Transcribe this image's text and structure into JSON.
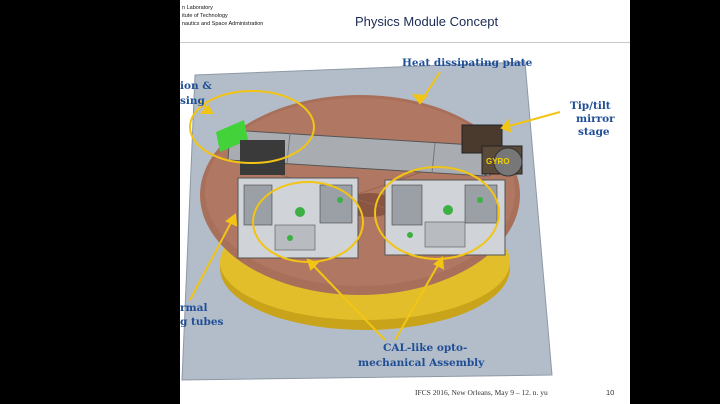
{
  "org": {
    "line1": "n Laboratory",
    "line2": "itute of Technology",
    "line3": "nautics and Space Administration"
  },
  "slide": {
    "title": "Physics Module Concept"
  },
  "annotations": {
    "heat_plate": "Heat dissipating plate",
    "tip_tilt_1": "Tip/tilt",
    "tip_tilt_2": "mirror",
    "tip_tilt_3": "stage",
    "top_left_1": "ion &",
    "top_left_2": "sing",
    "thermal_1": "rmal",
    "thermal_2": "g tubes",
    "cal_1": "CAL-like opto-",
    "cal_2": "mechanical Assembly",
    "gyro": "GYRO"
  },
  "footer": {
    "text": "IFCS 2016, New Orleans, May 9 – 12.  n. yu",
    "page": "10"
  },
  "colors": {
    "plate": "#a8705a",
    "annotation": "#1f4e96",
    "circle": "#f2c414"
  }
}
